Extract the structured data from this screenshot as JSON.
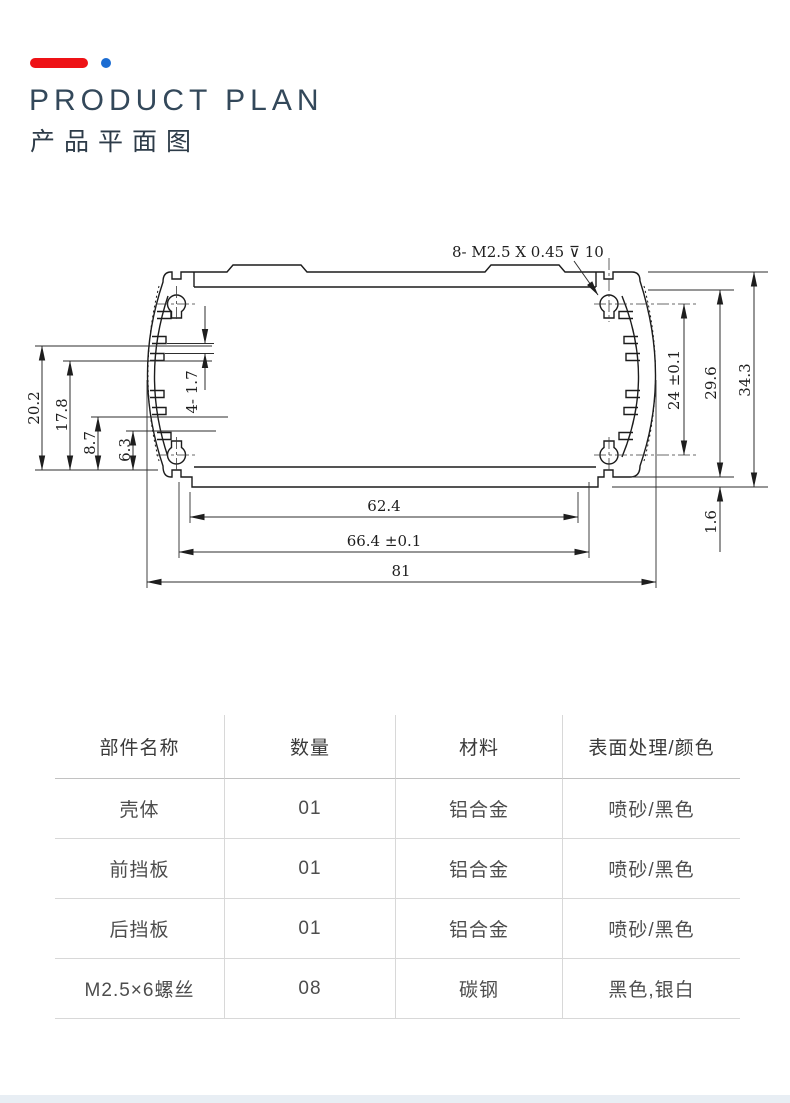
{
  "header": {
    "title": "PRODUCT PLAN",
    "subtitle": "产品平面图",
    "accent_bar_color": "#ee1216",
    "accent_dot_color": "#1b6cd2",
    "title_color": "#33485a"
  },
  "drawing": {
    "annotation": "8- M2.5 X 0.45 ⊽ 10",
    "dims": {
      "d20_2": "20.2",
      "d17_8": "17.8",
      "d8_7": "8.7",
      "d6_3": "6.3",
      "slot": "4- 1.7",
      "d24": "24 ±0.1",
      "d29_6": "29.6",
      "d34_3": "34.3",
      "d62_4": "62.4",
      "d66_4": "66.4 ±0.1",
      "d81": "81",
      "d1_6": "1.6"
    },
    "line_color": "#1c1c1c",
    "dim_color": "#2e2e2e"
  },
  "table": {
    "headers": [
      "部件名称",
      "数量",
      "材料",
      "表面处理/颜色"
    ],
    "rows": [
      [
        "壳体",
        "01",
        "铝合金",
        "喷砂/黑色"
      ],
      [
        "前挡板",
        "01",
        "铝合金",
        "喷砂/黑色"
      ],
      [
        "后挡板",
        "01",
        "铝合金",
        "喷砂/黑色"
      ],
      [
        "M2.5×6螺丝",
        "08",
        "碳钢",
        "黑色,银白"
      ]
    ]
  },
  "footer": {
    "bar_color": "#e8eef4"
  }
}
